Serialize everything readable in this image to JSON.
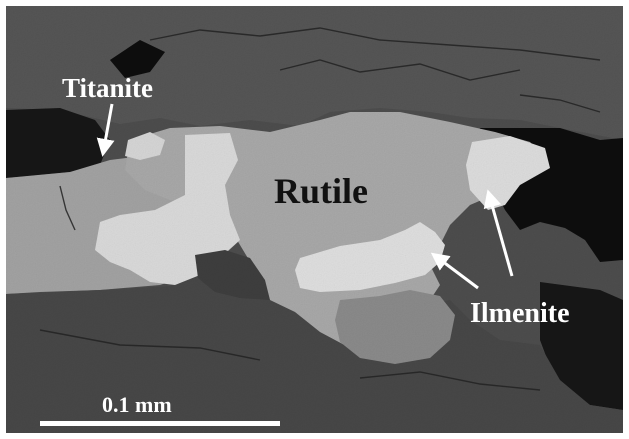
{
  "figure": {
    "labels": {
      "titanite": "Titanite",
      "rutile": "Rutile",
      "ilmenite": "Ilmenite"
    },
    "scale_bar": {
      "label": "0.1 mm"
    }
  }
}
